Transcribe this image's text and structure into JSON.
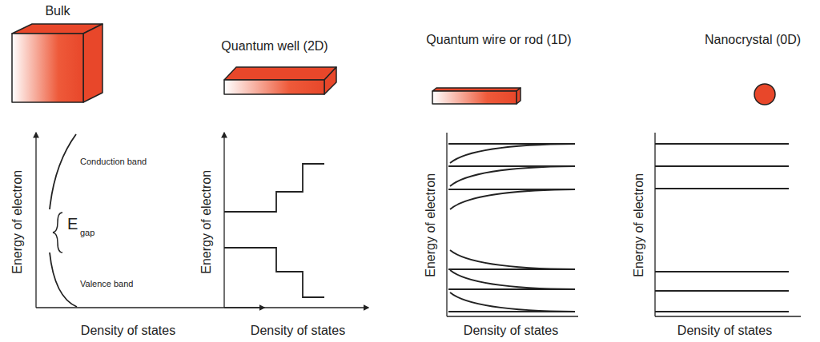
{
  "diagram": {
    "labels": [
      "Bulk",
      "Quantum well (2D)",
      "Quantum wire or rod (1D)",
      "Nanocrystal (0D)",
      "Energy of electron",
      "Energy of electron",
      "Energy of electron",
      "Energy of electron",
      "Density of states",
      "Density of states",
      "Density of states",
      "Density of states",
      "Conduction band",
      "Valence band",
      "E",
      "gap"
    ]
  }
}
